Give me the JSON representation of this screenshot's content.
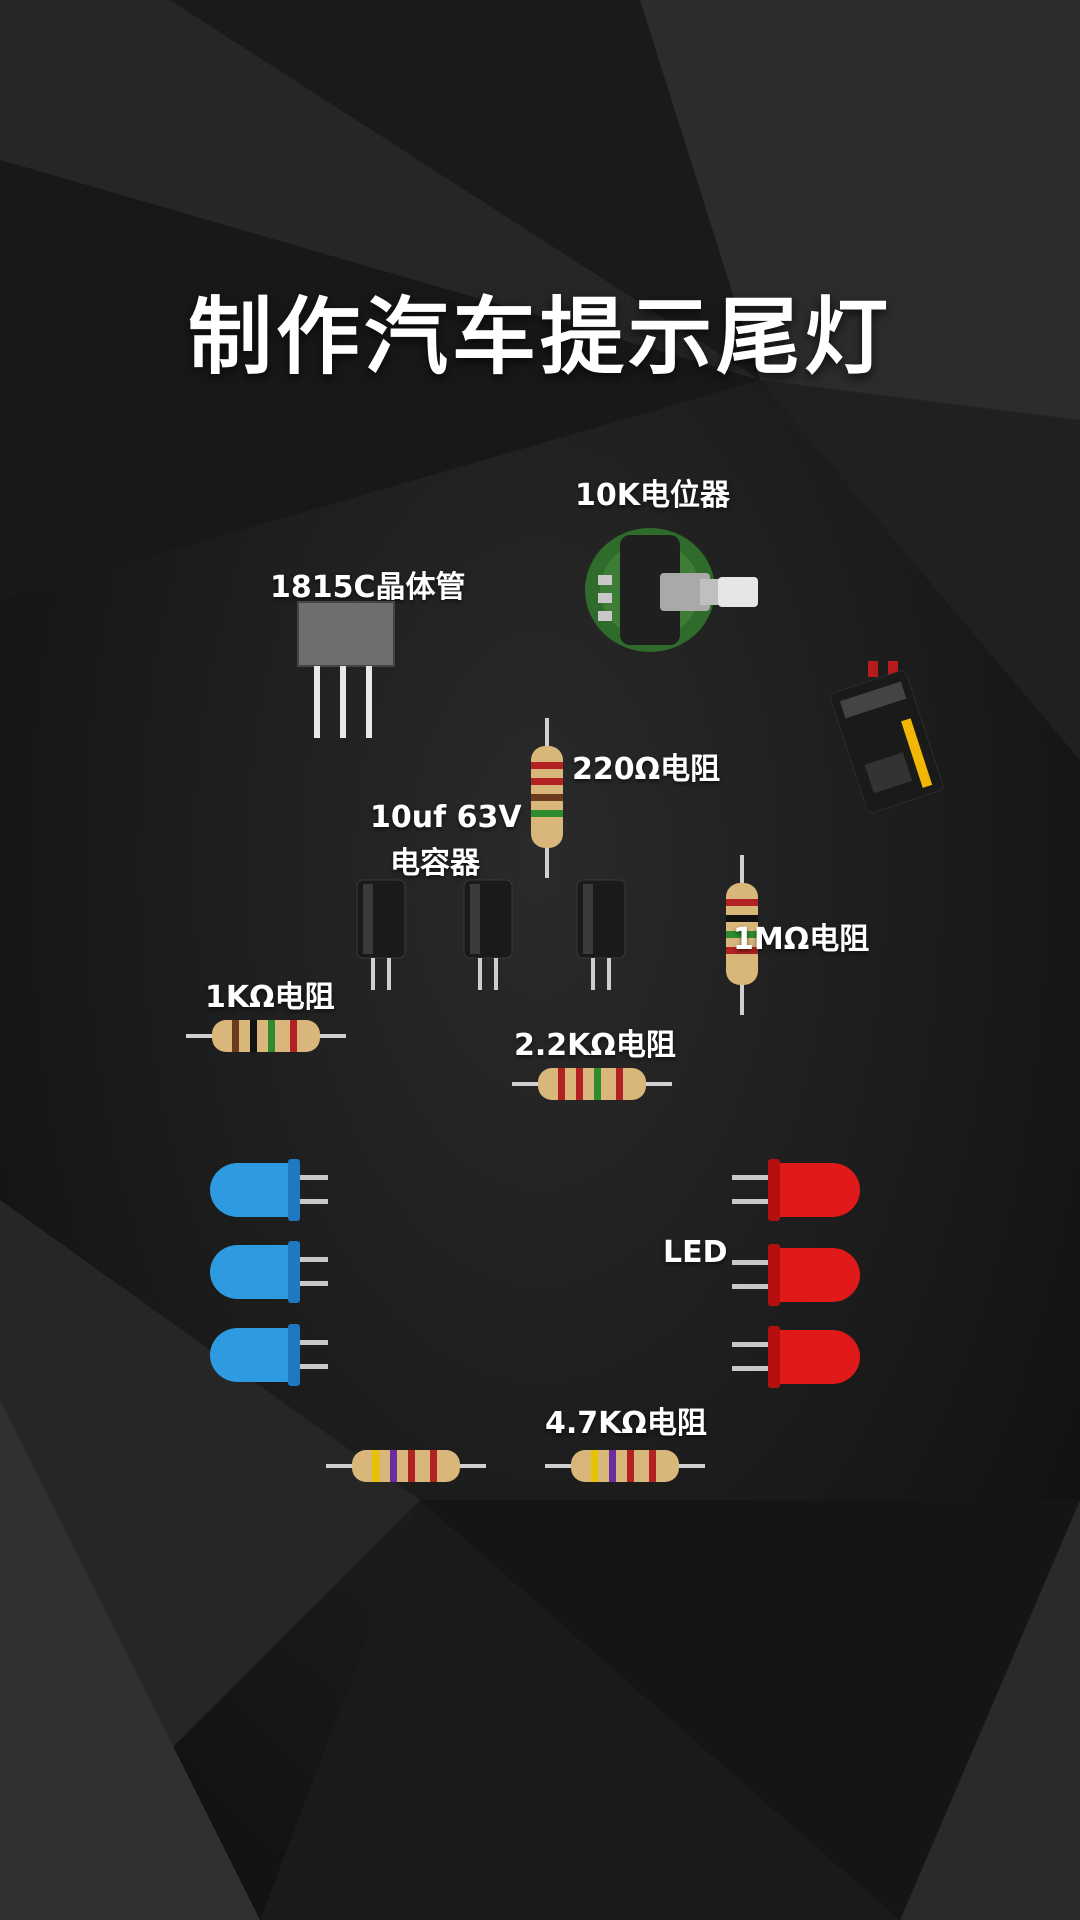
{
  "title": "制作汽车提示尾灯",
  "labels": {
    "potentiometer": "10K电位器",
    "transistor": "1815C晶体管",
    "r220": "220Ω电阻",
    "capacitor_line1": "10uf 63V",
    "capacitor_line2": "电容器",
    "r1m": "1MΩ电阻",
    "r1k": "1KΩ电阻",
    "r22k": "2.2KΩ电阻",
    "led": "LED",
    "r47k": "4.7KΩ电阻"
  },
  "colors": {
    "background": "#1c1c1c",
    "text": "#ffffff",
    "led_blue": "#2e9be0",
    "led_red": "#e01a1a",
    "resistor_body": "#d9b77a"
  }
}
